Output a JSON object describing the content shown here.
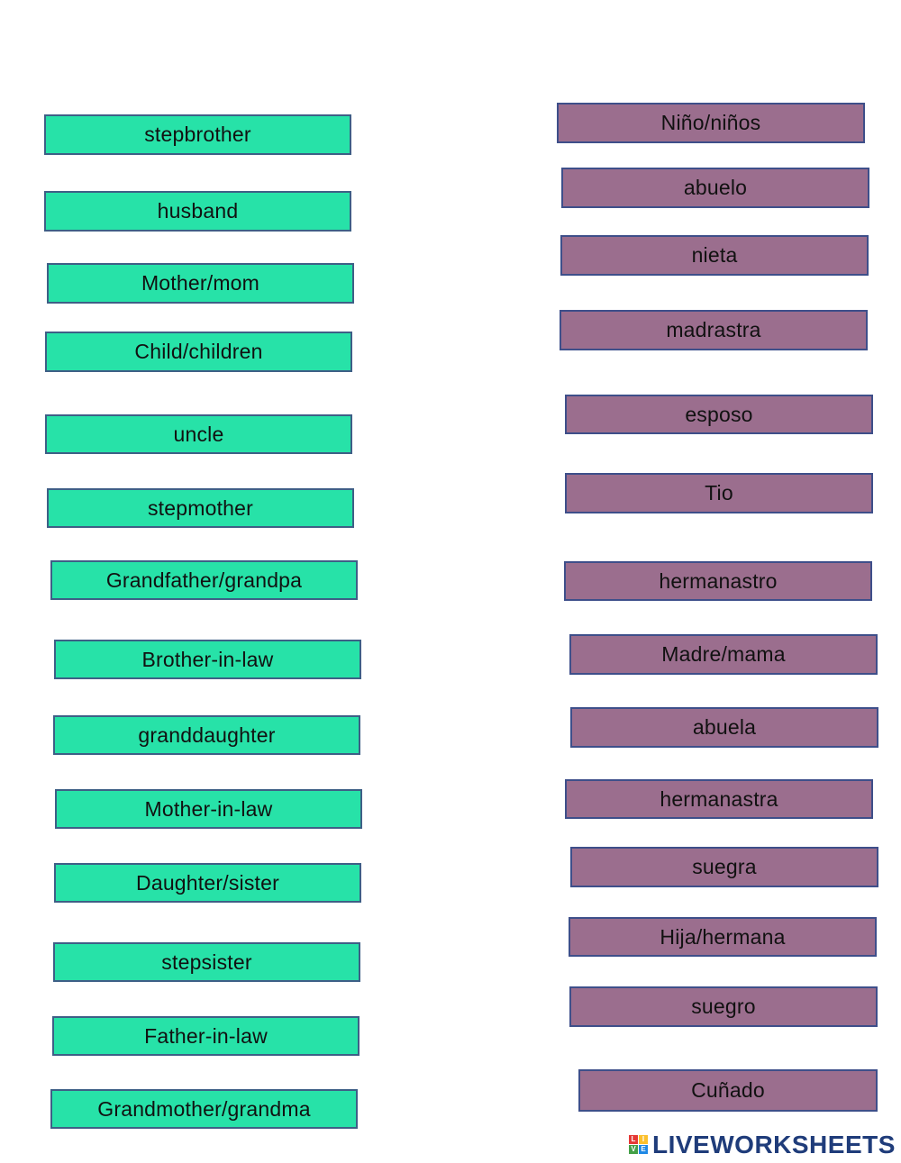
{
  "english_terms": [
    "stepbrother",
    "husband",
    "Mother/mom",
    "Child/children",
    "uncle",
    "stepmother",
    "Grandfather/grandpa",
    "Brother-in-law",
    "granddaughter",
    "Mother-in-law",
    "Daughter/sister",
    "stepsister",
    "Father-in-law",
    "Grandmother/grandma"
  ],
  "spanish_terms": [
    "Niño/niños",
    "abuelo",
    "nieta",
    "madrastra",
    "esposo",
    "Tio",
    "hermanastro",
    "Madre/mama",
    "abuela",
    "hermanastra",
    "suegra",
    "Hija/hermana",
    "suegro",
    "Cuñado"
  ],
  "brand": {
    "name": "LIVEWORKSHEETS",
    "icon_letters": [
      "L",
      "I",
      "V",
      "E"
    ],
    "icon_colors": [
      "#e53935",
      "#fbc02d",
      "#43a047",
      "#1e88e5"
    ],
    "text_color": "#1f3c7a"
  },
  "colors": {
    "english_box": "#27e2a8",
    "spanish_box": "#9b6e8e"
  }
}
